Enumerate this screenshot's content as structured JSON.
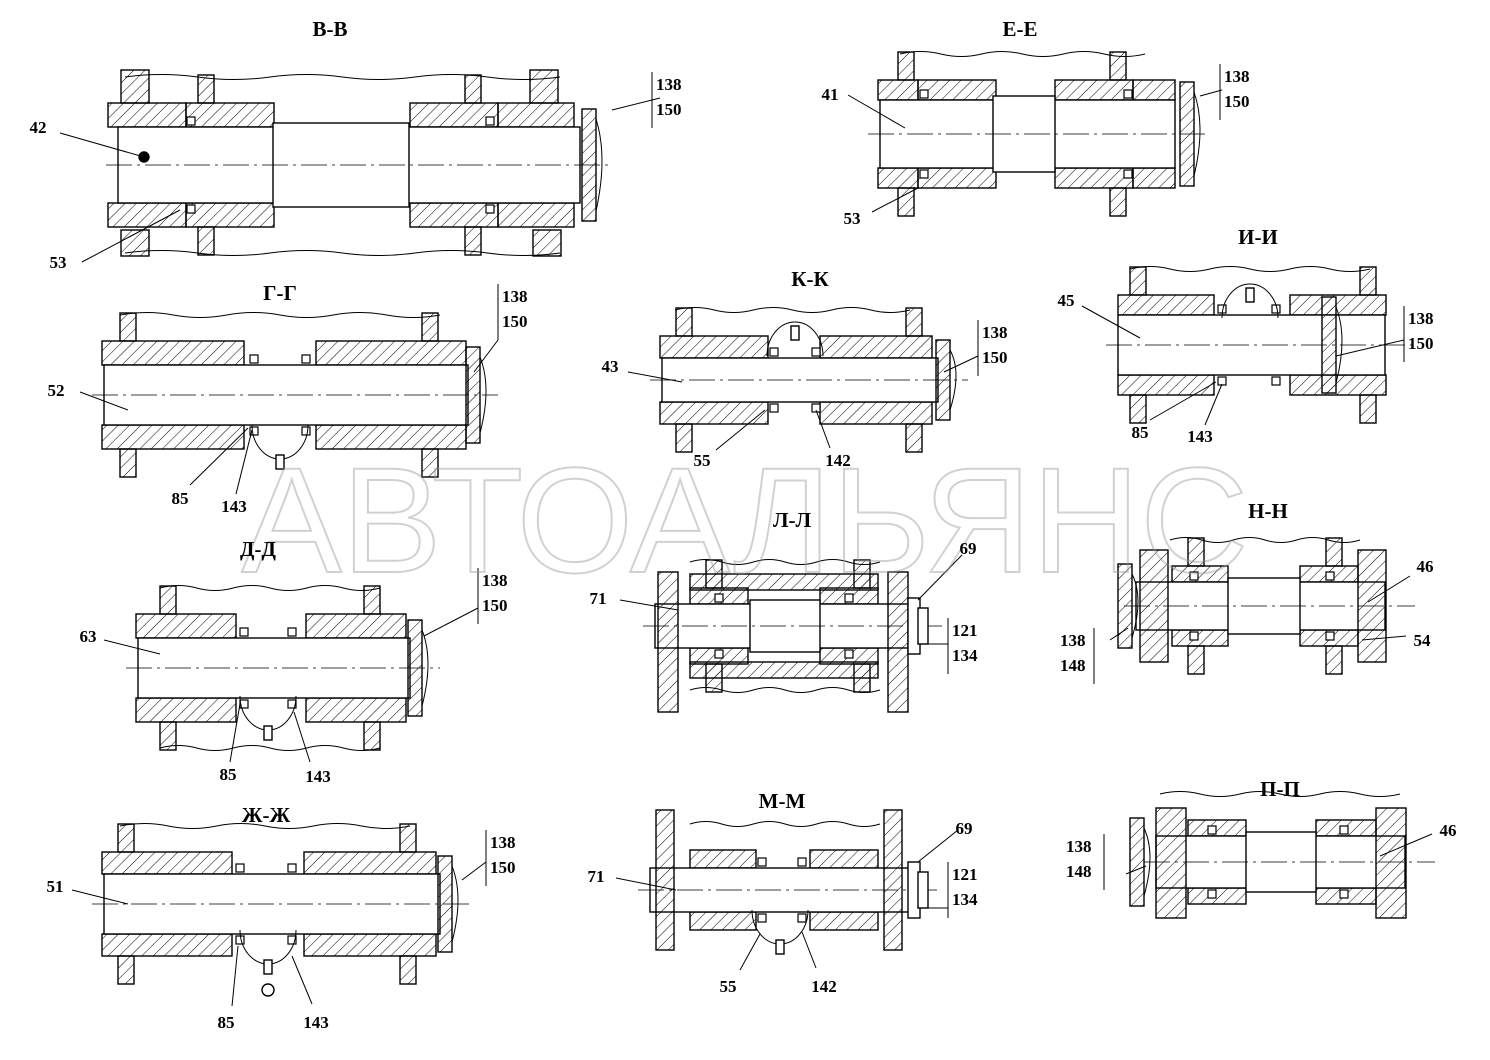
{
  "watermark": "АВТОАЛЬЯНС",
  "views": [
    {
      "id": "bb",
      "title": "В-В",
      "labels": {
        "left_upper": "42",
        "left_lower": "53",
        "right_top": "138",
        "right_bottom": "150"
      }
    },
    {
      "id": "ee",
      "title": "Е-Е",
      "labels": {
        "left_upper": "41",
        "left_lower": "53",
        "right_top": "138",
        "right_bottom": "150"
      }
    },
    {
      "id": "gg",
      "title": "Г-Г",
      "labels": {
        "left": "52",
        "bottom_a": "85",
        "bottom_b": "143",
        "right_top": "138",
        "right_bottom": "150"
      }
    },
    {
      "id": "kk",
      "title": "К-К",
      "labels": {
        "left": "43",
        "bottom_a": "55",
        "bottom_b": "142",
        "right_top": "138",
        "right_bottom": "150"
      }
    },
    {
      "id": "ii",
      "title": "И-И",
      "labels": {
        "left": "45",
        "bottom_a": "85",
        "bottom_b": "143",
        "right_top": "138",
        "right_bottom": "150"
      }
    },
    {
      "id": "dd",
      "title": "Д-Д",
      "labels": {
        "left": "63",
        "bottom_a": "85",
        "bottom_b": "143",
        "right_top": "138",
        "right_bottom": "150"
      }
    },
    {
      "id": "ll",
      "title": "Л-Л",
      "labels": {
        "left": "71",
        "right_upper": "69",
        "right_top": "121",
        "right_bottom": "134"
      }
    },
    {
      "id": "nn",
      "title": "Н-Н",
      "labels": {
        "right_upper": "46",
        "right_lower": "54",
        "left_top": "138",
        "left_bottom": "148"
      }
    },
    {
      "id": "zhzh",
      "title": "Ж-Ж",
      "labels": {
        "left": "51",
        "bottom_a": "85",
        "bottom_b": "143",
        "right_top": "138",
        "right_bottom": "150"
      }
    },
    {
      "id": "mm",
      "title": "М-М",
      "labels": {
        "left": "71",
        "bottom_a": "55",
        "bottom_b": "142",
        "right_upper": "69",
        "right_top": "121",
        "right_bottom": "134"
      }
    },
    {
      "id": "pp",
      "title": "П-П",
      "labels": {
        "right_upper": "46",
        "left_top": "138",
        "left_bottom": "148"
      }
    }
  ]
}
